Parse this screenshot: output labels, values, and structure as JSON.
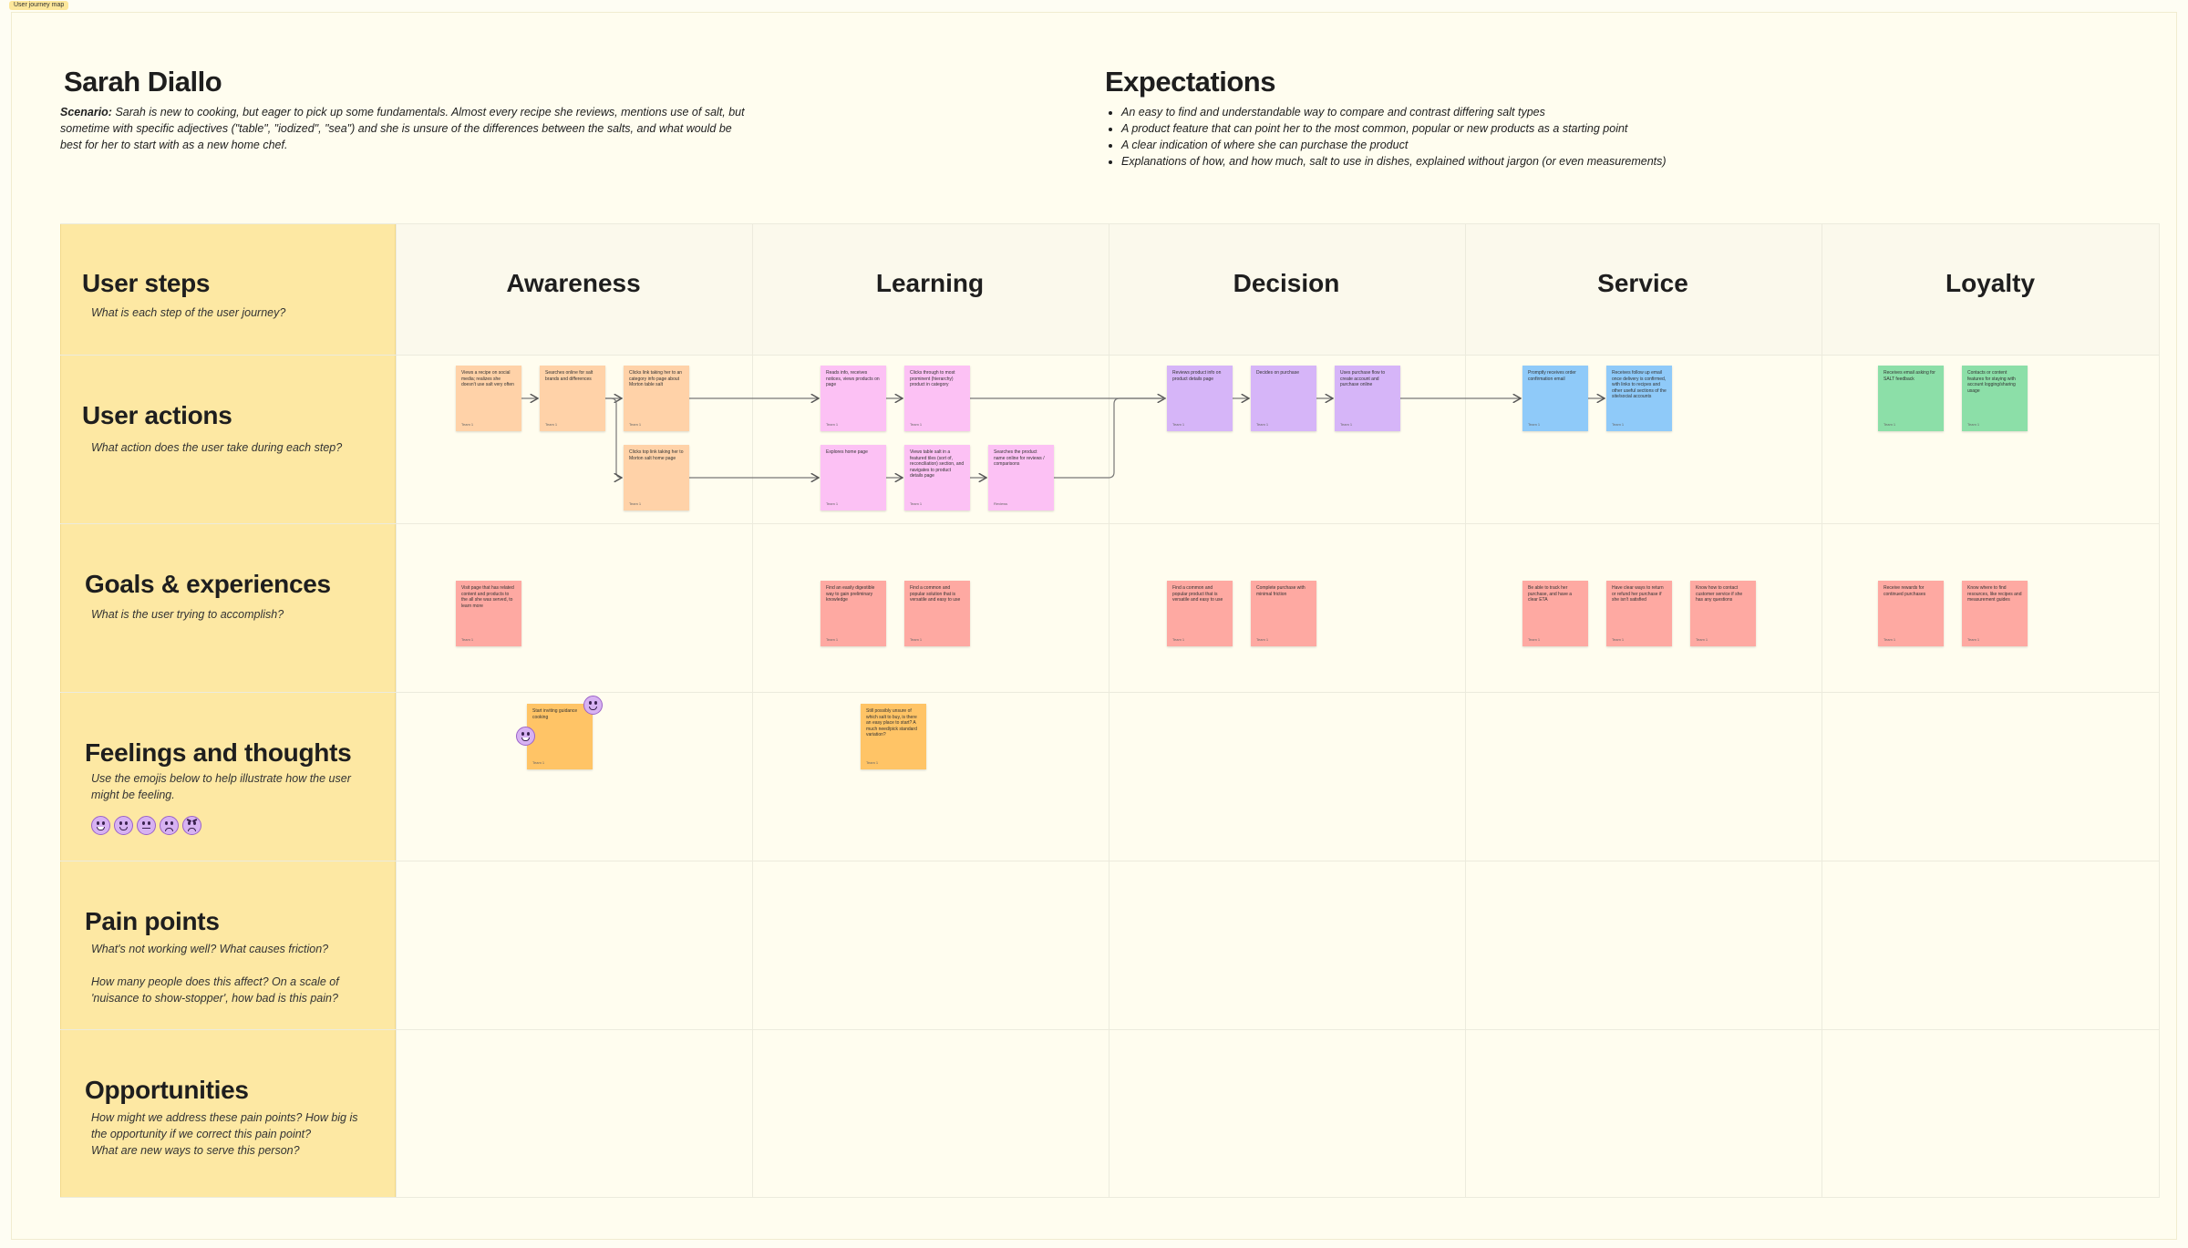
{
  "frame_label": "User journey map",
  "persona": {
    "name": "Sarah Diallo",
    "scenario_label": "Scenario:",
    "scenario_text": " Sarah is new to cooking, but eager to pick up some fundamentals. Almost every recipe she reviews, mentions use of salt, but sometime with specific adjectives (\"table\", \"iodized\", \"sea\") and she is unsure of the differences between the salts, and what would be best for her to start with as a new home chef."
  },
  "expectations": {
    "title": "Expectations",
    "items": [
      "An easy to find and understandable way to compare and contrast differing salt types",
      "A product feature that can point her to the most common, popular or new products as a starting point",
      "A clear indication of where she can purchase the product",
      "Explanations of how, and how much, salt to use in dishes, explained without jargon (or even measurements)"
    ]
  },
  "phases": [
    "Awareness",
    "Learning",
    "Decision",
    "Service",
    "Loyalty"
  ],
  "rows": [
    {
      "title": "User steps",
      "desc": "What is each step of the user journey?"
    },
    {
      "title": "User actions",
      "desc": "What action does the user take during each step?"
    },
    {
      "title": "Goals & experiences",
      "desc": "What is the user trying to accomplish?"
    },
    {
      "title": "Feelings and thoughts",
      "desc": "Use the emojis below to help illustrate how the user might be feeling."
    },
    {
      "title": "Pain points",
      "desc": "What's not working well? What causes friction?\n\nHow many people does this affect? On a scale of 'nuisance to show-stopper', how bad is this pain?"
    },
    {
      "title": "Opportunities",
      "desc": "How might we address these pain points? How big is the opportunity if we correct this pain point?\nWhat are new ways to serve this person?"
    }
  ],
  "emojis": [
    "grin",
    "smile",
    "neutral",
    "sad",
    "angry"
  ],
  "stickies": {
    "a1": {
      "text": "Views a recipe on social media; realizes she doesn't use salt very often",
      "author": "Team 1"
    },
    "a2": {
      "text": "Searches online for salt brands and differences",
      "author": "Team 1"
    },
    "a3": {
      "text": "Clicks link taking her to an category info page about Morton table salt",
      "author": "Team 1"
    },
    "a4": {
      "text": "Clicks top link taking her to Morton salt home page",
      "author": "Team 1"
    },
    "l1": {
      "text": "Reads info, receives notices, views products on page",
      "author": "Team 1"
    },
    "l2": {
      "text": "Clicks through to most prominent (hierarchy) product in category",
      "author": "Team 1"
    },
    "l3": {
      "text": "Explores home page",
      "author": "Team 1"
    },
    "l4": {
      "text": "Views table salt in a featured tiles (sort of, reconciliation) section, and navigates to product details page",
      "author": "Team 1"
    },
    "l5": {
      "text": "Searches the product name online for reviews / comparisons",
      "author": "Reviews"
    },
    "d1": {
      "text": "Reviews product info on product details page",
      "author": "Team 1"
    },
    "d2": {
      "text": "Decides on purchase",
      "author": "Team 1"
    },
    "d3": {
      "text": "Uses purchase flow to create account and purchase online",
      "author": "Team 1"
    },
    "s1": {
      "text": "Promptly receives order confirmation email",
      "author": "Team 1"
    },
    "s2": {
      "text": "Receives follow up email once delivery is confirmed, with links to recipes and other useful sections of the site/social accounts",
      "author": "Team 1"
    },
    "y1": {
      "text": "Receives email asking for SALT feedback",
      "author": "Team 1"
    },
    "y2": {
      "text": "Contacts or content features for staying with account logging/sharing usage",
      "author": "Team 1"
    },
    "g1": {
      "text": "Visit page that has related content and products to the all she was served, to learn more",
      "author": "Team 1"
    },
    "g2": {
      "text": "Find an easily digestible way to gain preliminary knowledge",
      "author": "Team 1"
    },
    "g3": {
      "text": "Find a common and popular solution that is versatile and easy to use",
      "author": "Team 1"
    },
    "g4": {
      "text": "Find a common and popular product that is versatile and easy to use",
      "author": "Team 1"
    },
    "g5": {
      "text": "Complete purchase with minimal friction",
      "author": "Team 1"
    },
    "g6": {
      "text": "Be able to track her purchase, and have a clear ETA",
      "author": "Team 1"
    },
    "g7": {
      "text": "Have clear ways to return or refund her purchase if she isn't satisfied",
      "author": "Team 1"
    },
    "g8": {
      "text": "Know how to contact customer service if she has any questions",
      "author": "Team 1"
    },
    "g9": {
      "text": "Receive rewards for continued purchases",
      "author": "Team 1"
    },
    "g10": {
      "text": "Know where to find resources, like recipes and measurement guides",
      "author": "Team 1"
    },
    "f1": {
      "text": "Start inviting guidance cooking",
      "author": "Team 1"
    },
    "f2": {
      "text": "Still possibly unsure of which salt to buy, is there an easy place to start? A much need/pick standard variation?",
      "author": "Team 1"
    }
  }
}
